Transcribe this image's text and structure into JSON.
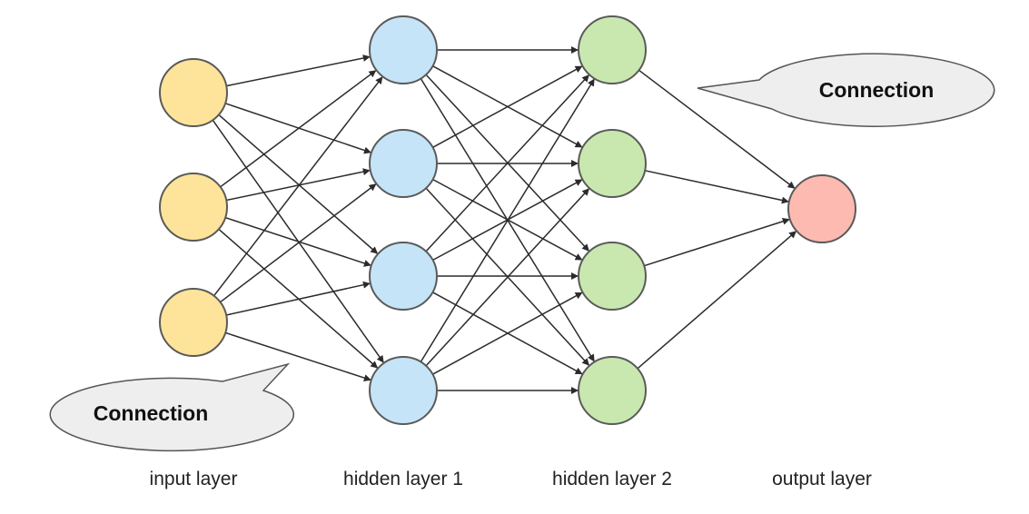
{
  "colors": {
    "input": "#fde49a",
    "hidden1": "#c6e4f7",
    "hidden2": "#c9e8b0",
    "output": "#fdbab0",
    "node_stroke": "#5a5a5a",
    "edge": "#2b2b2b",
    "bubble_fill": "#eeeeee",
    "bubble_stroke": "#555555"
  },
  "layers": [
    {
      "key": "input",
      "label": "input layer",
      "nodes": 3
    },
    {
      "key": "hidden1",
      "label": "hidden layer 1",
      "nodes": 4
    },
    {
      "key": "hidden2",
      "label": "hidden layer 2",
      "nodes": 4
    },
    {
      "key": "output",
      "label": "output layer",
      "nodes": 1
    }
  ],
  "callouts": {
    "top_right": "Connection",
    "bottom_left": "Connection"
  }
}
